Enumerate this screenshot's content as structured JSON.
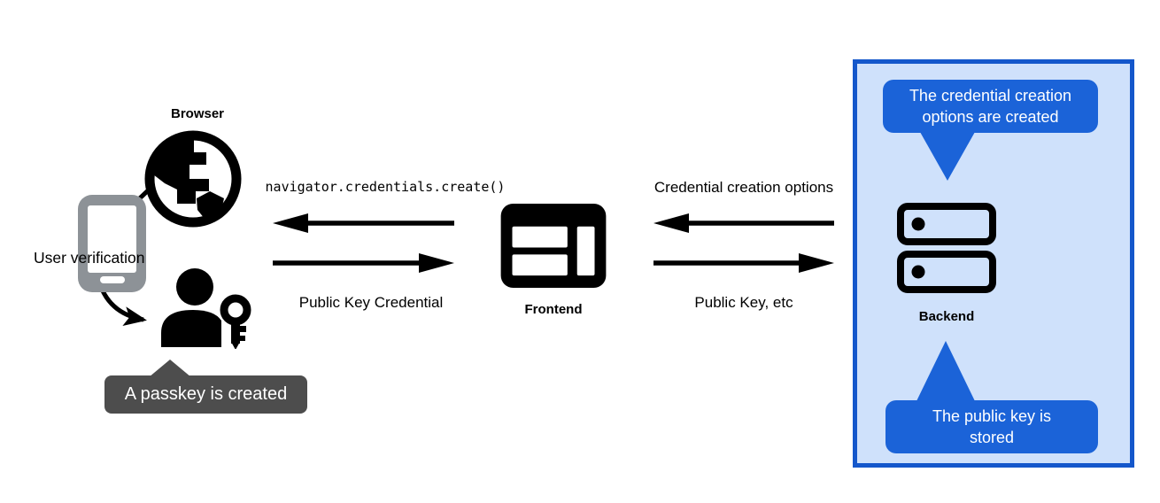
{
  "left": {
    "browser_label": "Browser",
    "user_verification": "User verification",
    "passkey_tooltip": "A passkey is created"
  },
  "frontend": {
    "label": "Frontend"
  },
  "middle_arrows": {
    "top_label": "navigator.credentials.create()",
    "bottom_label": "Public Key Credential"
  },
  "right_arrows": {
    "top_label": "Credential creation options",
    "bottom_label": "Public Key, etc"
  },
  "backend": {
    "label": "Backend",
    "tooltip_top_lines": [
      "The credential creation",
      "options are created"
    ],
    "tooltip_bottom_lines": [
      "The public key is",
      "stored"
    ]
  },
  "icons": {
    "globe": "globe-icon",
    "phone": "phone-icon",
    "person_key": "person-key-icon",
    "frontend_window": "browser-window-icon",
    "backend_server": "server-icon"
  },
  "colors": {
    "tooltip_blue": "#1b63d8",
    "box_border_blue": "#1457cb",
    "box_fill_blue": "#cfe1fb",
    "tooltip_dark": "#4d4d4d",
    "phone_gray": "#8d9297",
    "ink": "#000000",
    "background": "#ffffff"
  }
}
